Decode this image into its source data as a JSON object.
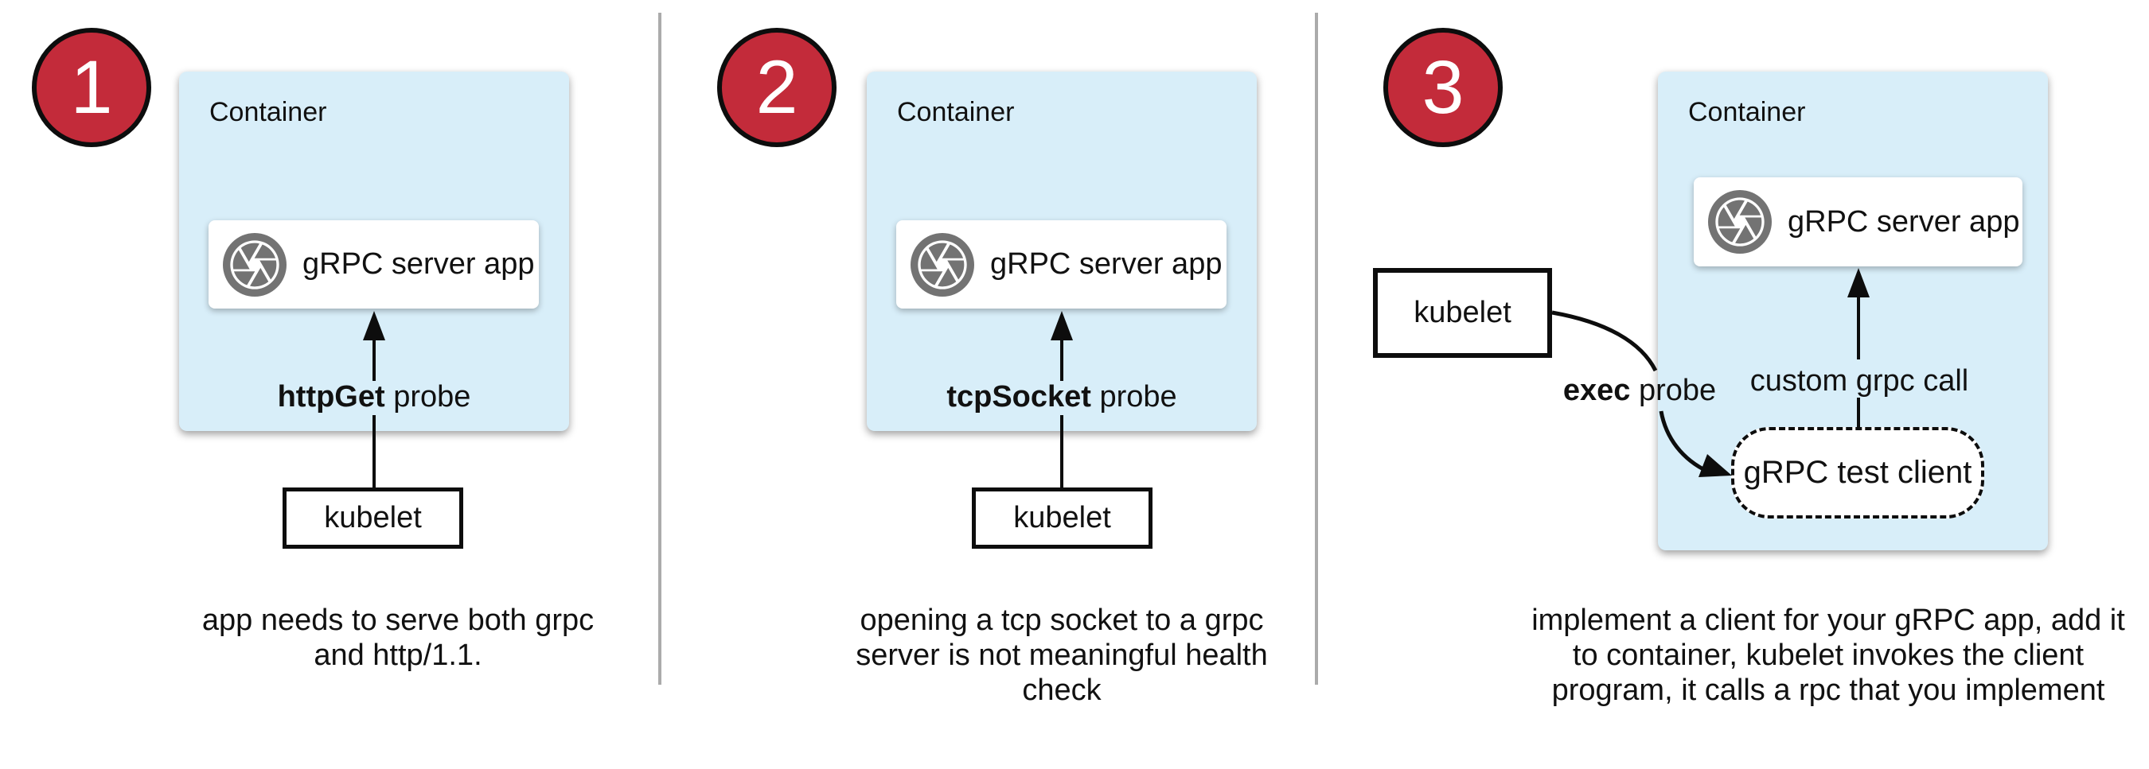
{
  "colors": {
    "step_circle_fill": "#c32b3a",
    "container_fill": "#d8eef9",
    "divider": "#ababab",
    "icon_gray": "#737373"
  },
  "icons": {
    "app_icon": "aperture-camera-icon"
  },
  "panels": [
    {
      "number": "1",
      "container_label": "Container",
      "app_label": "gRPC server app",
      "probe_label_bold": "httpGet",
      "probe_label_rest": " probe",
      "kubelet_label": "kubelet",
      "caption_line1": "app needs to serve both grpc",
      "caption_line2": "and http/1.1."
    },
    {
      "number": "2",
      "container_label": "Container",
      "app_label": "gRPC server app",
      "probe_label_bold": "tcpSocket",
      "probe_label_rest": " probe",
      "kubelet_label": "kubelet",
      "caption_line1": "opening a tcp socket to a grpc",
      "caption_line2": "server is not meaningful health",
      "caption_line3": "check"
    },
    {
      "number": "3",
      "container_label": "Container",
      "app_label": "gRPC server app",
      "probe_label_bold": "exec",
      "probe_label_rest": " probe",
      "kubelet_label": "kubelet",
      "custom_call_label": "custom grpc call",
      "test_client_label": "gRPC test client",
      "caption_line1": "implement a client for your gRPC app, add it",
      "caption_line2": "to container, kubelet invokes the client",
      "caption_line3": "program, it calls a rpc that you implement"
    }
  ]
}
